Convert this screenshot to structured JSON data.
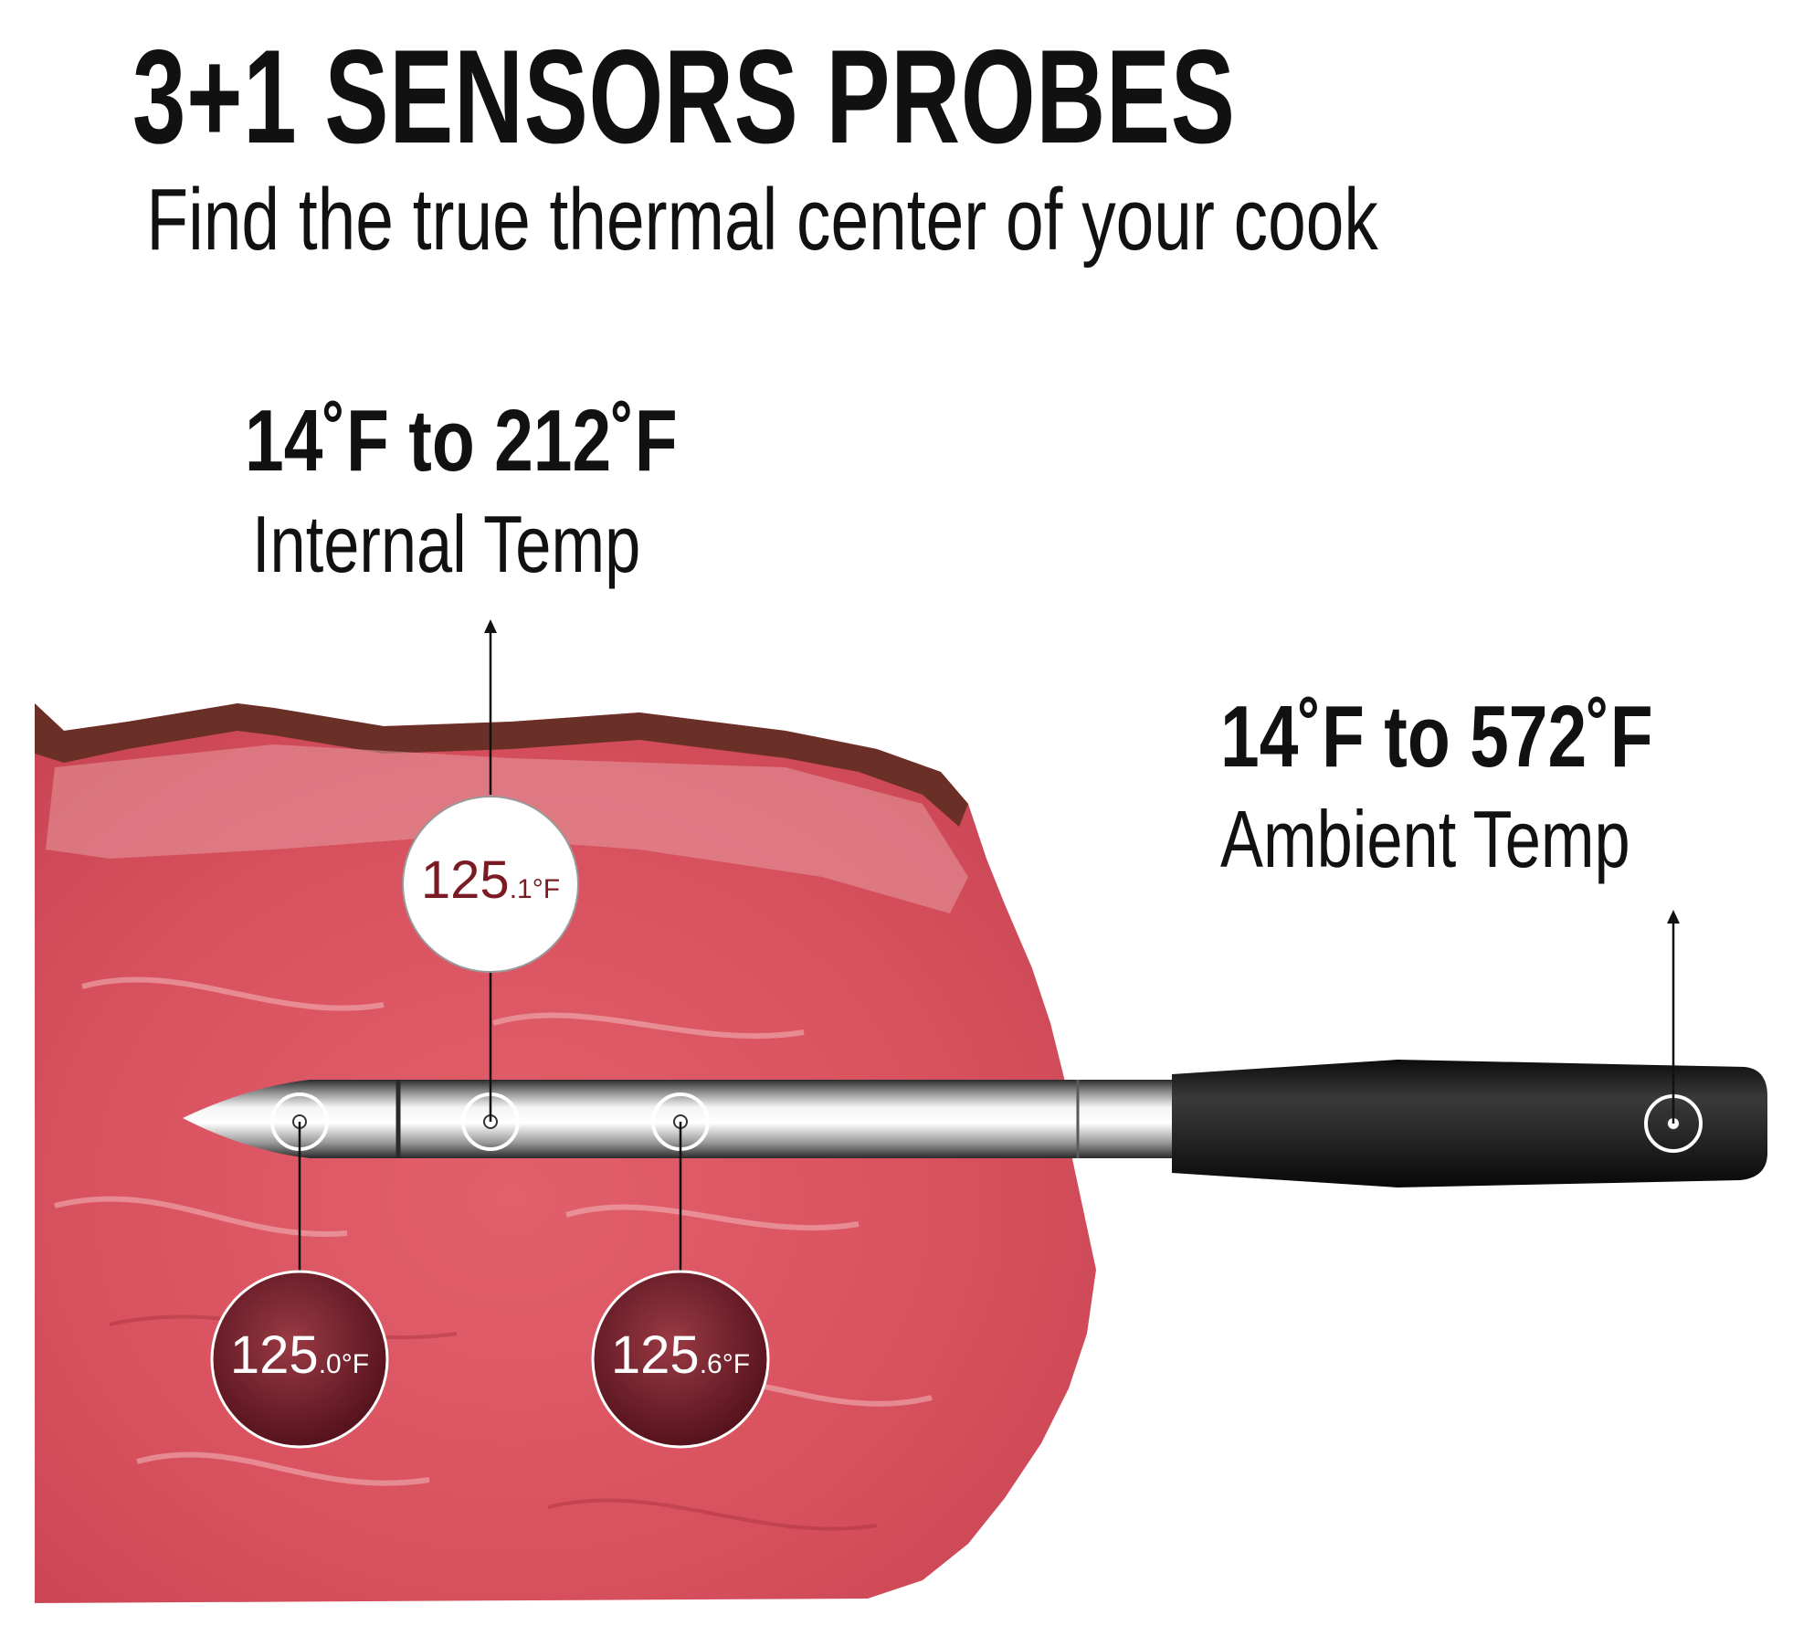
{
  "header": {
    "title": "3+1 SENSORS PROBES",
    "subtitle": "Find the true thermal center of your cook"
  },
  "internal": {
    "range": "14˚F to 212˚F",
    "label": "Internal Temp"
  },
  "ambient": {
    "range": "14˚F to 572˚F",
    "label": "Ambient Temp"
  },
  "readings": [
    {
      "whole": "125",
      "decimal": ".1",
      "unit": "°F"
    },
    {
      "whole": "125",
      "decimal": ".0",
      "unit": "°F"
    },
    {
      "whole": "125",
      "decimal": ".6",
      "unit": "°F"
    }
  ],
  "colors": {
    "meat": "#d8505d",
    "crust": "#5a2a24",
    "handle": "#1a1a1a",
    "reading_dark": "#7a1a22"
  }
}
